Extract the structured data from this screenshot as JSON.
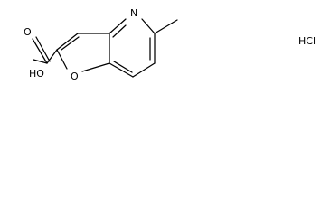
{
  "molecule": {
    "atoms": {
      "hydroxyl": "HO",
      "carbonyl_oxygen": "O",
      "ring_oxygen": "O",
      "ring_nitrogen": "N"
    }
  },
  "salt": {
    "label": "HCl"
  }
}
